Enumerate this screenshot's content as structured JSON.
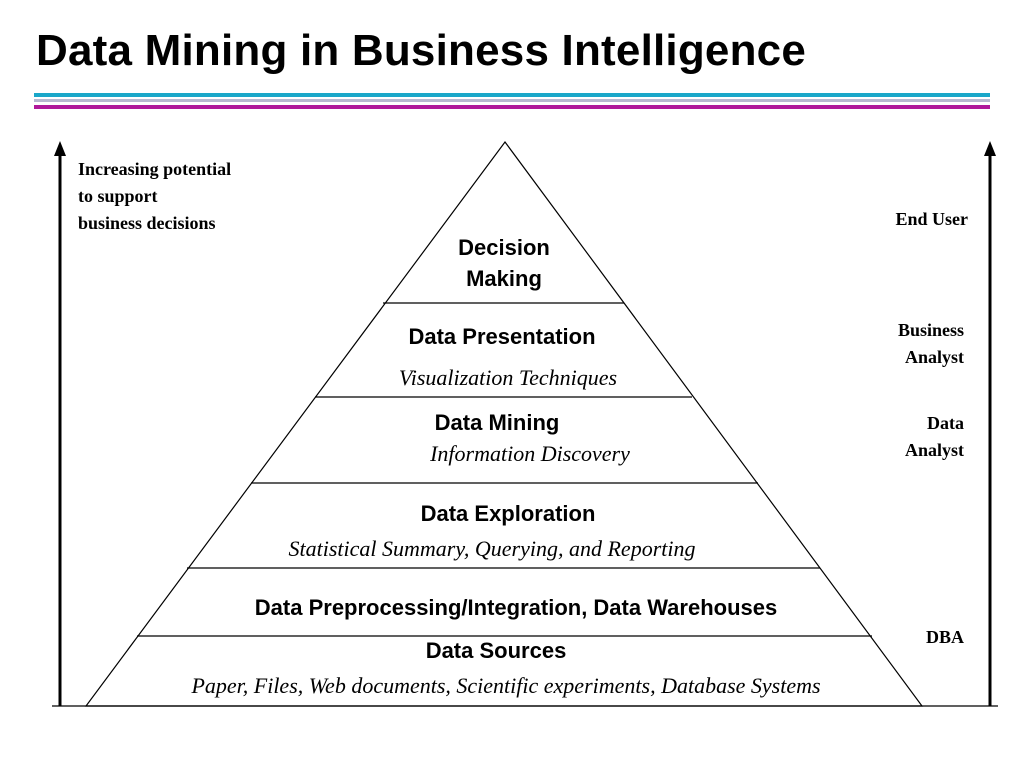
{
  "title": "Data Mining in Business Intelligence",
  "colors": {
    "rule_top": "#1aa7c9",
    "rule_mid": "#b8b8d0",
    "rule_bottom": "#b0189a",
    "lines": "#000000"
  },
  "left_axis": {
    "line1": "Increasing potential",
    "line2": "to support",
    "line3": "business decisions"
  },
  "pyramid": {
    "level1": {
      "title_line1": "Decision",
      "title_line2": "Making"
    },
    "level2": {
      "title": "Data Presentation",
      "subtitle": "Visualization Techniques"
    },
    "level3": {
      "title": "Data Mining",
      "subtitle": "Information Discovery"
    },
    "level4": {
      "title": "Data Exploration",
      "subtitle": "Statistical Summary, Querying, and Reporting"
    },
    "level5": {
      "title": "Data Preprocessing/Integration, Data Warehouses"
    },
    "level6": {
      "title": "Data Sources",
      "subtitle": "Paper, Files, Web documents, Scientific experiments, Database Systems"
    }
  },
  "roles": {
    "end_user": "End User",
    "business_analyst_line1": "Business",
    "business_analyst_line2": "Analyst",
    "data_analyst_line1": "Data",
    "data_analyst_line2": "Analyst",
    "dba": "DBA"
  }
}
